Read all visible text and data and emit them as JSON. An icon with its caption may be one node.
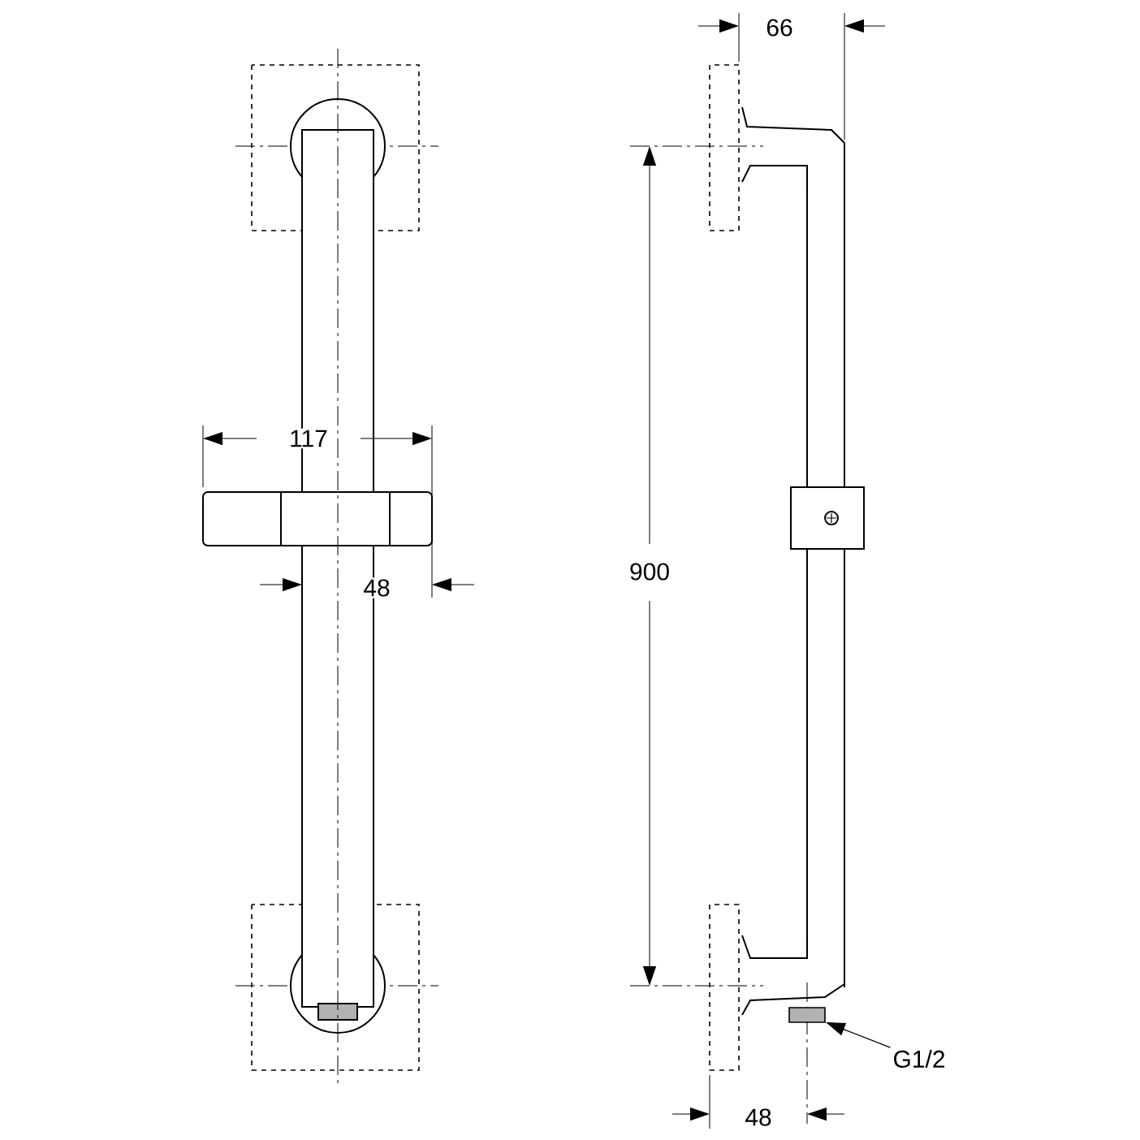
{
  "diagram": {
    "nodes": [
      {
        "text": [
          "G1/2"
        ]
      },
      {
        "text": [],
        "shape": "box"
      }
    ],
    "edges": [
      {
        "from": 0,
        "to": 1,
        "arrow": "to"
      }
    ],
    "labels": [
      "66",
      "117",
      "48",
      "900",
      "48"
    ]
  }
}
